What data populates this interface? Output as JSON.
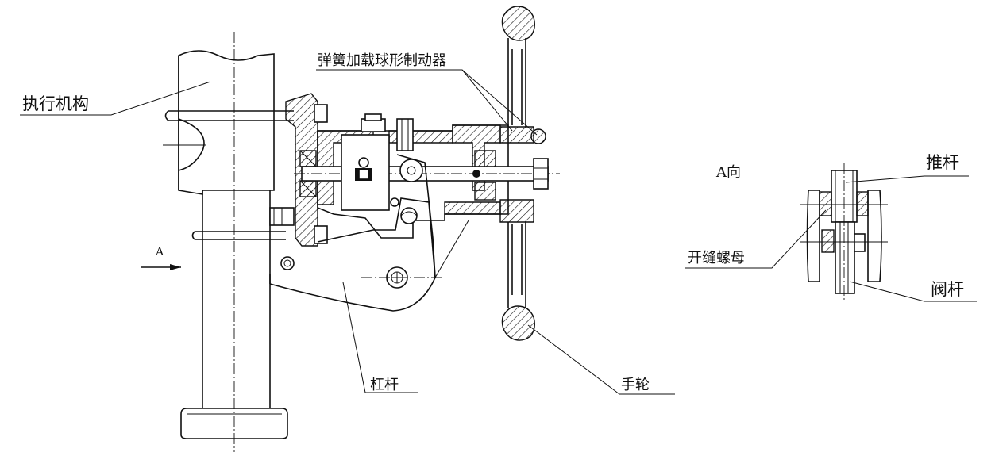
{
  "labels": {
    "actuator": "执行机构",
    "spring_detent": "弹簧加载球形制动器",
    "view_a_title": "A向",
    "push_rod": "推杆",
    "slotted_nut": "开缝螺母",
    "valve_stem": "阀杆",
    "lever": "杠杆",
    "handwheel": "手轮",
    "arrow_a": "A"
  }
}
